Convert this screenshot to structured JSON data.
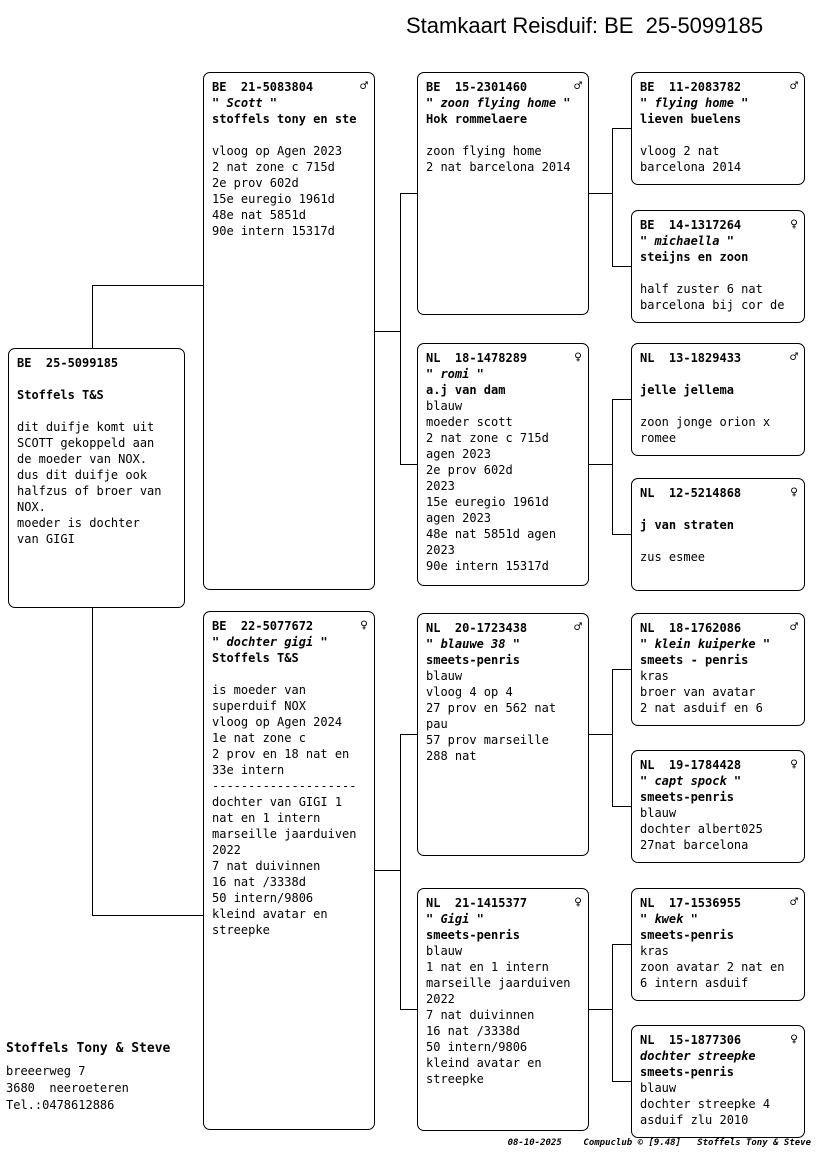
{
  "title": "Stamkaart Reisduif: BE  25-5099185",
  "pigeons": {
    "subject": {
      "ring": "BE  25-5099185",
      "sex": "",
      "name": "",
      "owner": "Stoffels T&S",
      "body": "\ndit duifje komt uit\nSCOTT gekoppeld aan\nde moeder van NOX.\ndus dit duifje ook\nhalfzus of broer van\nNOX.\nmoeder is dochter\nvan GIGI"
    },
    "father": {
      "ring": "BE  21-5083804",
      "sex": "♂",
      "name": "\" Scott \"",
      "owner": "stoffels tony en ste",
      "body": "\nvloog op Agen 2023\n2 nat zone c 715d\n2e prov 602d\n15e euregio 1961d\n48e nat 5851d\n90e intern 15317d"
    },
    "mother": {
      "ring": "BE  22-5077672",
      "sex": "♀",
      "name": "\" dochter gigi \"",
      "owner": "Stoffels T&S",
      "body": "\nis moeder van\nsuperduif NOX\nvloog op Agen 2024\n1e nat zone c\n2 prov en 18 nat en\n33e intern\n--------------------\ndochter van GIGI 1\nnat en 1 intern\nmarseille jaarduiven\n2022\n7 nat duivinnen\n16 nat /3338d\n50 intern/9806\nkleind avatar en\nstreepke"
    },
    "gp1": {
      "ring": "BE  15-2301460",
      "sex": "♂",
      "name": "\" zoon flying home \"",
      "owner": "Hok rommelaere",
      "body": "\nzoon flying home\n2 nat barcelona 2014"
    },
    "gp2": {
      "ring": "NL  18-1478289",
      "sex": "♀",
      "name": "\" romi \"",
      "owner": "a.j van dam",
      "body": "blauw\nmoeder scott\n2 nat zone c 715d\nagen 2023\n2e prov 602d\n2023\n15e euregio 1961d\nagen 2023\n48e nat 5851d agen\n2023\n90e intern 15317d"
    },
    "gp3": {
      "ring": "NL  20-1723438",
      "sex": "♂",
      "name": "\" blauwe 38 \"",
      "owner": "smeets-penris",
      "body": "blauw\nvloog 4 op 4\n27 prov en 562 nat\npau\n57 prov marseille\n288 nat"
    },
    "gp4": {
      "ring": "NL  21-1415377",
      "sex": "♀",
      "name": "\" Gigi \"",
      "owner": "smeets-penris",
      "body": "blauw\n1 nat en 1 intern\nmarseille jaarduiven\n2022\n7 nat duivinnen\n16 nat /3338d\n50 intern/9806\nkleind avatar en\nstreepke"
    },
    "ggp1": {
      "ring": "BE  11-2083782",
      "sex": "♂",
      "name": "\" flying home \"",
      "owner": "lieven buelens",
      "body": "\nvloog 2 nat\nbarcelona 2014"
    },
    "ggp2": {
      "ring": "BE  14-1317264",
      "sex": "♀",
      "name": "\" michaella \"",
      "owner": "steijns en zoon",
      "body": "\nhalf zuster 6 nat\nbarcelona bij cor de"
    },
    "ggp3": {
      "ring": "NL  13-1829433",
      "sex": "♂",
      "name": "",
      "owner": "jelle jellema",
      "body": "\nzoon jonge orion x\nromee"
    },
    "ggp4": {
      "ring": "NL  12-5214868",
      "sex": "♀",
      "name": "",
      "owner": "j van straten",
      "body": "\nzus esmee"
    },
    "ggp5": {
      "ring": "NL  18-1762086",
      "sex": "♂",
      "name": "\" klein kuiperke \"",
      "owner": "smeets - penris",
      "body": "kras\nbroer van avatar\n2 nat asduif en 6"
    },
    "ggp6": {
      "ring": "NL  19-1784428",
      "sex": "♀",
      "name": "\" capt spock \"",
      "owner": "smeets-penris",
      "body": "blauw\ndochter albert025\n27nat barcelona"
    },
    "ggp7": {
      "ring": "NL  17-1536955",
      "sex": "♂",
      "name": "\" kwek \"",
      "owner": "smeets-penris",
      "body": "kras\nzoon avatar 2 nat en\n6 intern asduif"
    },
    "ggp8": {
      "ring": "NL  15-1877306",
      "sex": "♀",
      "name": "dochter streepke",
      "owner": "smeets-penris",
      "body": "blauw\ndochter streepke 4\nasduif zlu 2010"
    }
  },
  "footer": {
    "breeder": "Stoffels Tony & Steve",
    "address1": "breeerweg 7",
    "address2": "3680  neeroeteren",
    "phone": "Tel.:0478612886",
    "credit": "08-10-2025    Compuclub © [9.48]   Stoffels Tony & Steve"
  }
}
